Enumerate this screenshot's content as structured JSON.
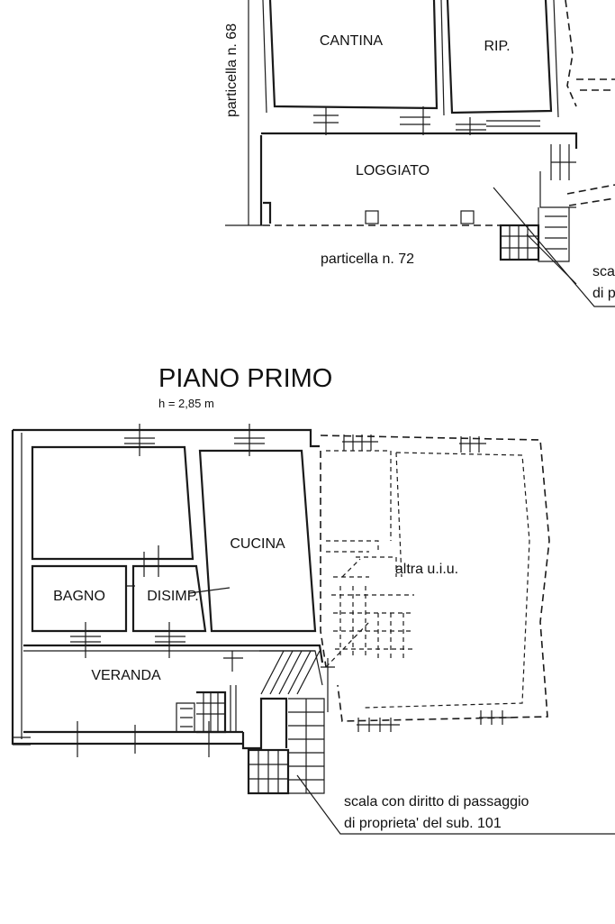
{
  "upper_plan": {
    "rooms": {
      "cantina": "CANTINA",
      "rip": "RIP.",
      "loggiato": "LOGGIATO"
    },
    "parcels": {
      "left": "particella n. 68",
      "bottom": "particella n. 72"
    },
    "stair_note_fragment": {
      "line1": "sca",
      "line2": "di p"
    }
  },
  "first_floor": {
    "title": "PIANO PRIMO",
    "height": "h = 2,85 m",
    "rooms": {
      "cucina": "CUCINA",
      "bagno": "BAGNO",
      "disimp": "DISIMP.",
      "veranda": "VERANDA",
      "other_unit": "altra u.i.u."
    },
    "stair_note": {
      "line1": "scala con diritto di passaggio",
      "line2": "di proprieta' del sub. 101"
    }
  }
}
